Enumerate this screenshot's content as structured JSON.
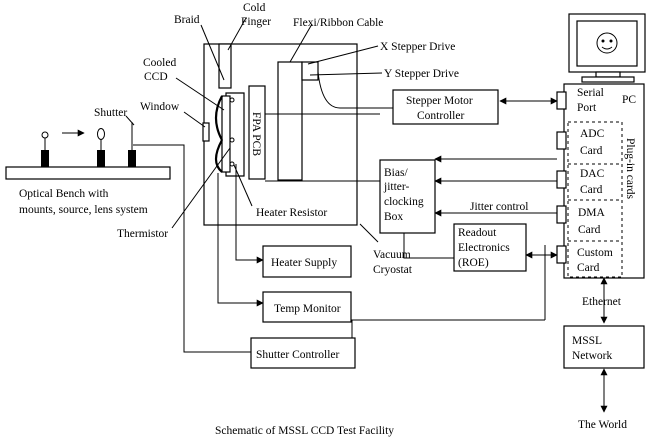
{
  "labels": {
    "cold_finger_1": "Cold",
    "cold_finger_2": "Finger",
    "braid": "Braid",
    "flexi_cable": "Flexi/Ribbon Cable",
    "x_stepper": "X Stepper Drive",
    "y_stepper": "Y Stepper Drive",
    "cooled_ccd_1": "Cooled",
    "cooled_ccd_2": "CCD",
    "window": "Window",
    "shutter": "Shutter",
    "fpa_pcb": "FPA PCB",
    "optical_bench_1": "Optical Bench with",
    "optical_bench_2": "mounts, source, lens system",
    "heater_resistor": "Heater Resistor",
    "thermistor": "Thermistor",
    "vacuum_cryostat_1": "Vacuum",
    "vacuum_cryostat_2": "Cryostat",
    "stepper_ctrl_1": "Stepper Motor",
    "stepper_ctrl_2": "Controller",
    "bias_box_1": "Bias/",
    "bias_box_2": "jitter-",
    "bias_box_3": "clocking",
    "bias_box_4": "Box",
    "jitter_control": "Jitter control",
    "roe_1": "Readout",
    "roe_2": "Electronics",
    "roe_3": "(ROE)",
    "heater_supply": "Heater Supply",
    "temp_monitor": "Temp Monitor",
    "shutter_controller": "Shutter Controller",
    "serial_port_1": "Serial",
    "serial_port_2": "Port",
    "pc": "PC",
    "adc_1": "ADC",
    "adc_2": "Card",
    "dac_1": "DAC",
    "dac_2": "Card",
    "dma_1": "DMA",
    "dma_2": "Card",
    "custom_1": "Custom",
    "custom_2": "Card",
    "plugin_cards": "Plug-in cards",
    "ethernet": "Ethernet",
    "mssl_1": "MSSL",
    "mssl_2": "Network",
    "the_world": "The World",
    "caption": "Schematic of MSSL CCD Test Facility"
  }
}
